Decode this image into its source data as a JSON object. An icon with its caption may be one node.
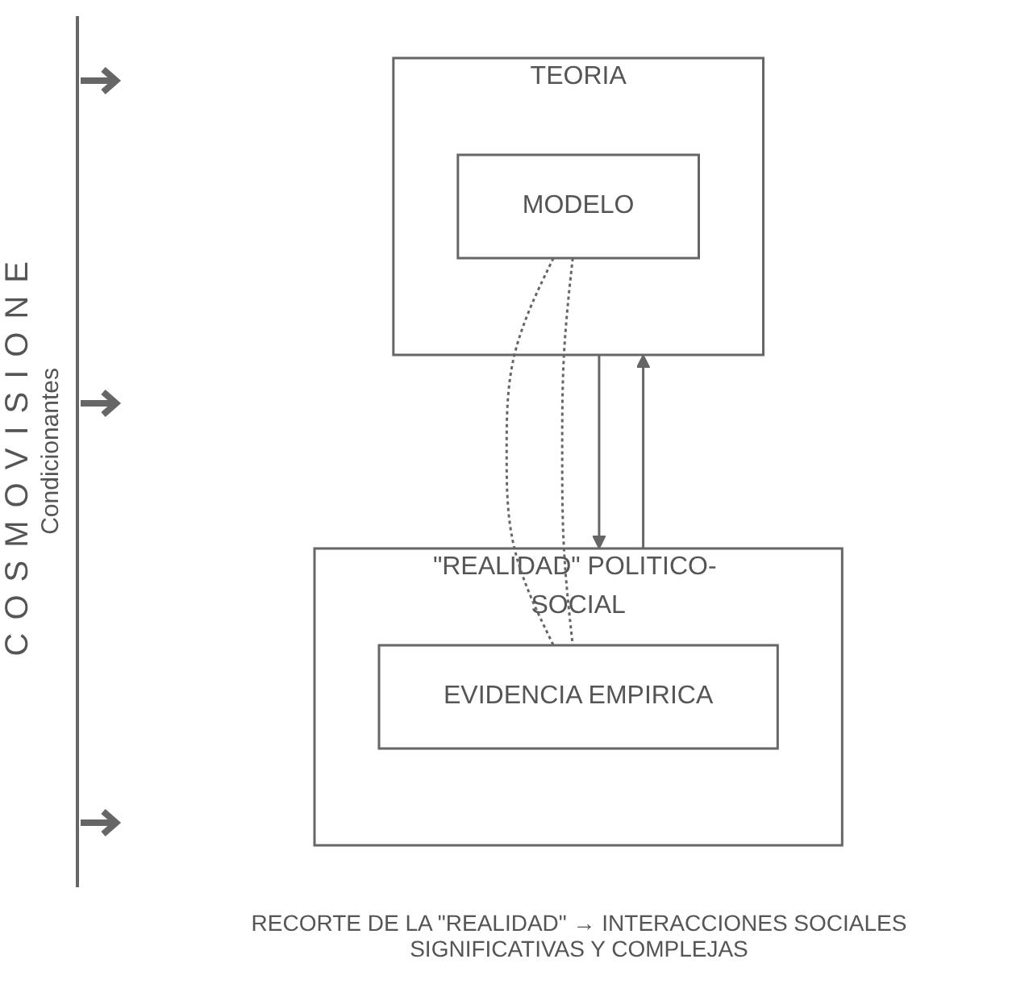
{
  "diagram": {
    "caption": "RECORTE DE LA \"REALIDAD\" → INTERACCIONES SOCIALES SIGNIFICATIVAS Y COMPLEJAS",
    "nodes": [
      {
        "text": [
          "TEORIA"
        ]
      },
      {
        "text": [
          "MODELO"
        ],
        "in": 0
      },
      {
        "text": [
          "\"REALIDAD\" POLITICO- SOCIAL"
        ]
      },
      {
        "text": [
          "EVIDENCIA EMPIRICA"
        ],
        "in": 2
      }
    ],
    "edges": [
      {
        "from": 2,
        "to": 0,
        "arrow": "to"
      },
      {
        "from": 0,
        "to": 2,
        "arrow": "to"
      },
      {
        "from": 1,
        "to": 3,
        "arrow": "none",
        "style": "dashed"
      },
      {
        "from": 1,
        "to": 3,
        "arrow": "none",
        "style": "dashed"
      }
    ],
    "labels": [
      "COSMOVISIONE",
      "Condicionantes"
    ]
  }
}
